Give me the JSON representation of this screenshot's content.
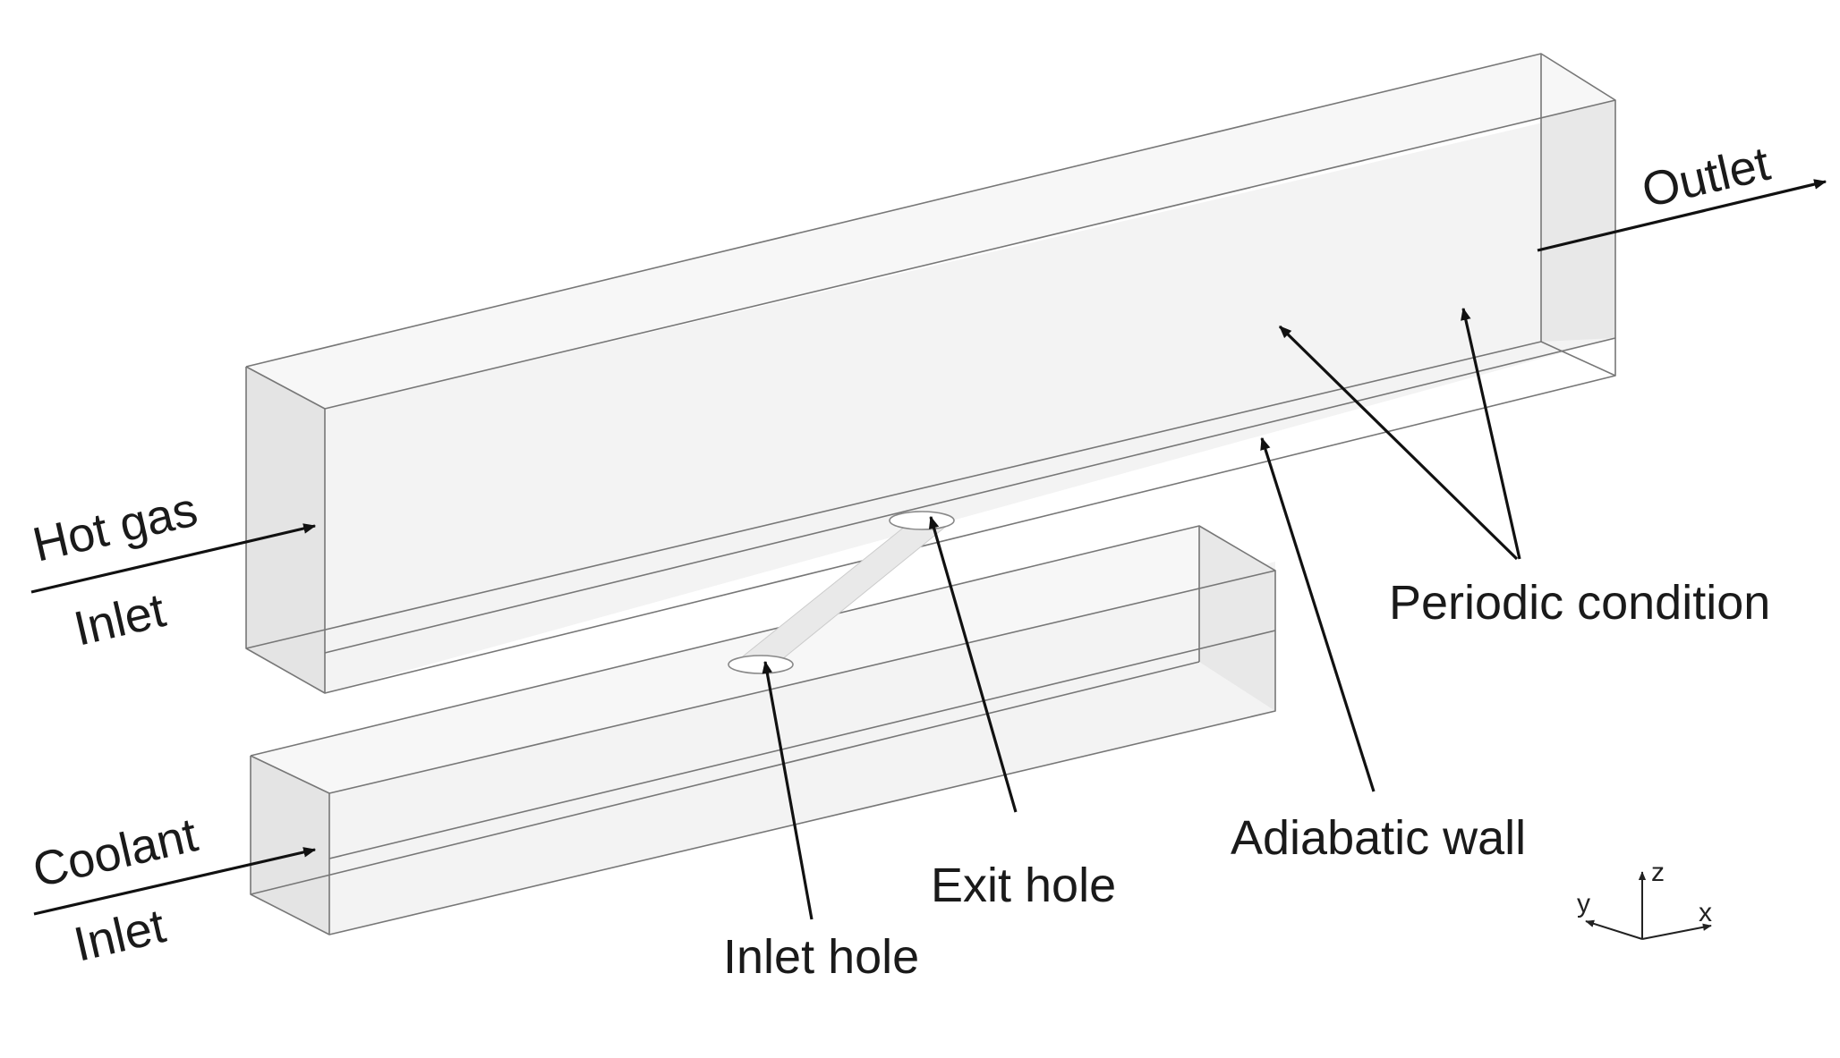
{
  "labels": {
    "hot_gas": "Hot gas",
    "hot_gas_inlet": "Inlet",
    "coolant": "Coolant",
    "coolant_inlet": "Inlet",
    "outlet": "Outlet",
    "periodic_condition": "Periodic condition",
    "adiabatic_wall": "Adiabatic wall",
    "exit_hole": "Exit hole",
    "inlet_hole": "Inlet hole"
  },
  "axes": {
    "x": "x",
    "y": "y",
    "z": "z"
  },
  "colors": {
    "face_fill": "#f2f2f2",
    "face_shade": "#e6e6e6",
    "edge": "#777777",
    "arrow": "#111111",
    "text": "#1a1a1a"
  }
}
